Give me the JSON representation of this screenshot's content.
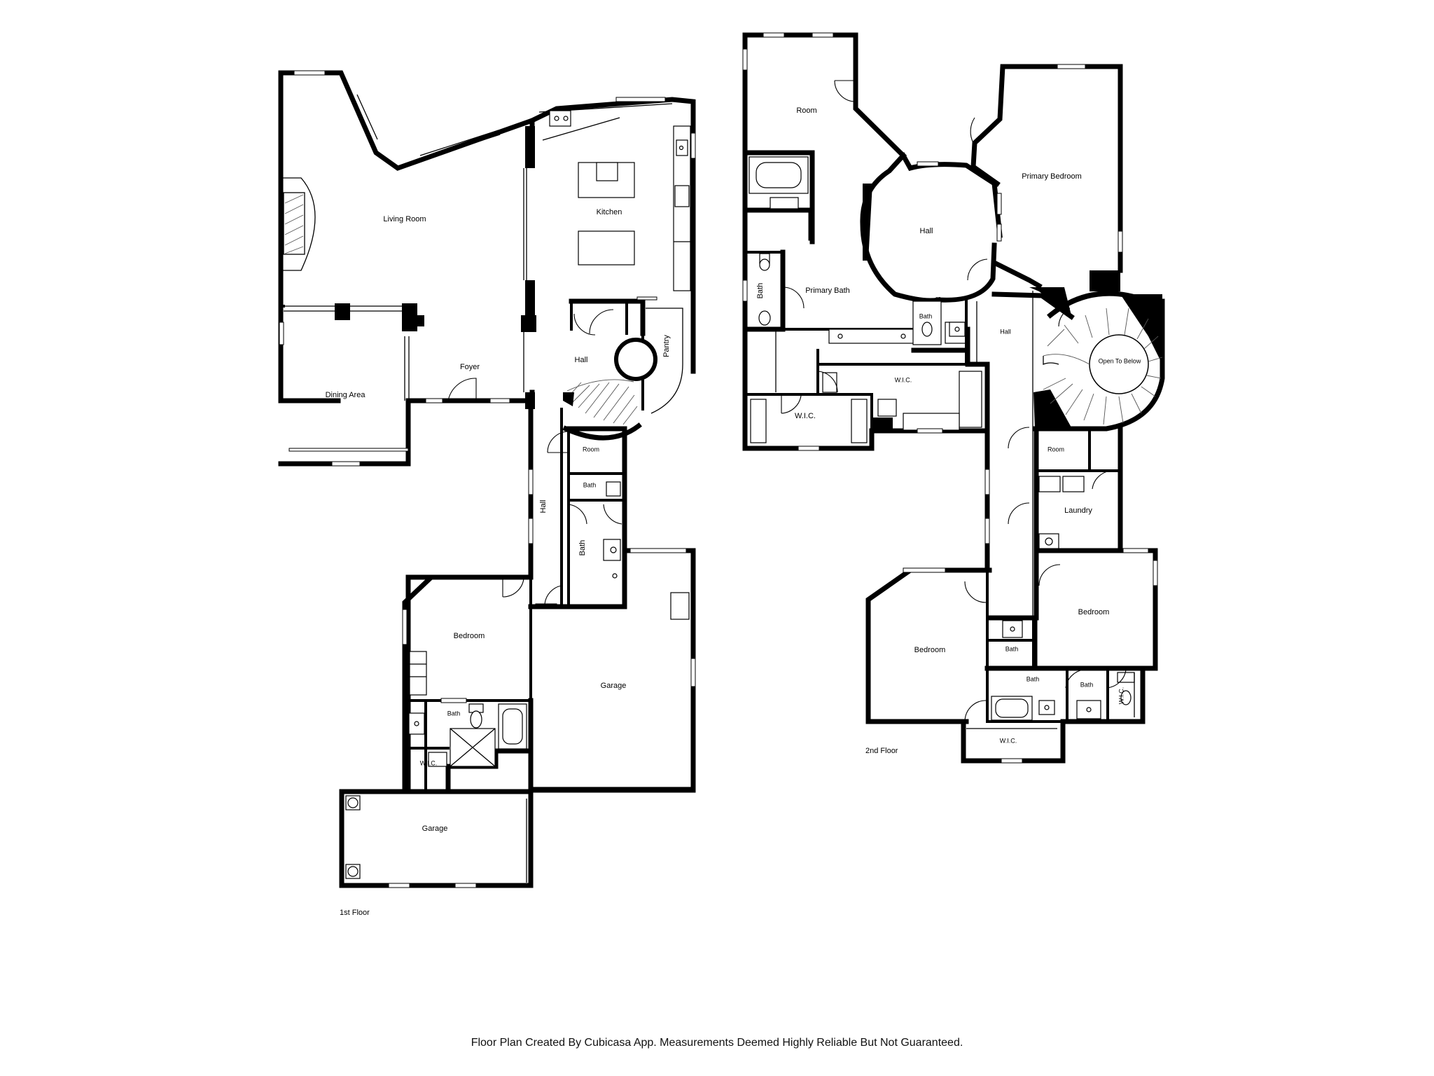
{
  "floors": [
    {
      "label": "1st Floor",
      "rooms": {
        "living_room": "Living Room",
        "kitchen": "Kitchen",
        "dining_area": "Dining Area",
        "foyer": "Foyer",
        "hall": "Hall",
        "pantry": "Pantry",
        "room": "Room",
        "bath_small": "Bath",
        "hall_corridor": "Hall",
        "bath_corridor": "Bath",
        "bedroom": "Bedroom",
        "bath_bedroom": "Bath",
        "wic": "W.I.C.",
        "garage_main": "Garage",
        "garage_lower": "Garage"
      }
    },
    {
      "label": "2nd Floor",
      "rooms": {
        "room": "Room",
        "primary_bedroom": "Primary Bedroom",
        "hall_round": "Hall",
        "bath": "Bath",
        "primary_bath": "Primary Bath",
        "bath_small": "Bath",
        "wic_upper": "W.I.C.",
        "wic_lower": "W.I.C.",
        "hall_corridor": "Hall",
        "open_to_below": "Open To Below",
        "room_small": "Room",
        "laundry": "Laundry",
        "bedroom_right": "Bedroom",
        "bedroom_left": "Bedroom",
        "bath_center": "Bath",
        "bath_a": "Bath",
        "bath_b": "Bath",
        "wic_side": "W.I.C.",
        "wic_bottom": "W.I.C."
      }
    }
  ],
  "footer": "Floor Plan Created By Cubicasa App. Measurements Deemed Highly Reliable But Not Guaranteed."
}
